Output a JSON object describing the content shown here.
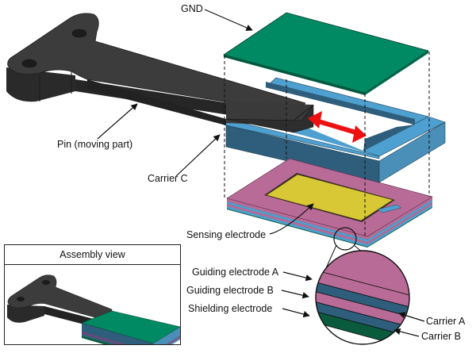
{
  "figure": {
    "labels": {
      "gnd": "GND",
      "pin": "Pin (moving part)",
      "carrier_c": "Carrier C",
      "sensing_electrode": "Sensing electrode",
      "guiding_electrode_a": "Guiding electrode A",
      "guiding_electrode_b": "Guiding electrode B",
      "shielding_electrode": "Shielding electrode",
      "carrier_a": "Carrier A",
      "carrier_b": "Carrier B"
    },
    "inset": {
      "title": "Assembly view"
    },
    "colors": {
      "gnd_green": "#008a64",
      "gnd_green_dark": "#005a40",
      "carrier_blue_top": "#4ea0d0",
      "carrier_blue_side": "#2e5e7c",
      "pin_top": "#3c3c3c",
      "pin_side": "#262626",
      "pink": "#b86b97",
      "yellow": "#d8c835",
      "shield_green": "#0a5a3e",
      "motion_arrow": "#ee1111"
    }
  }
}
